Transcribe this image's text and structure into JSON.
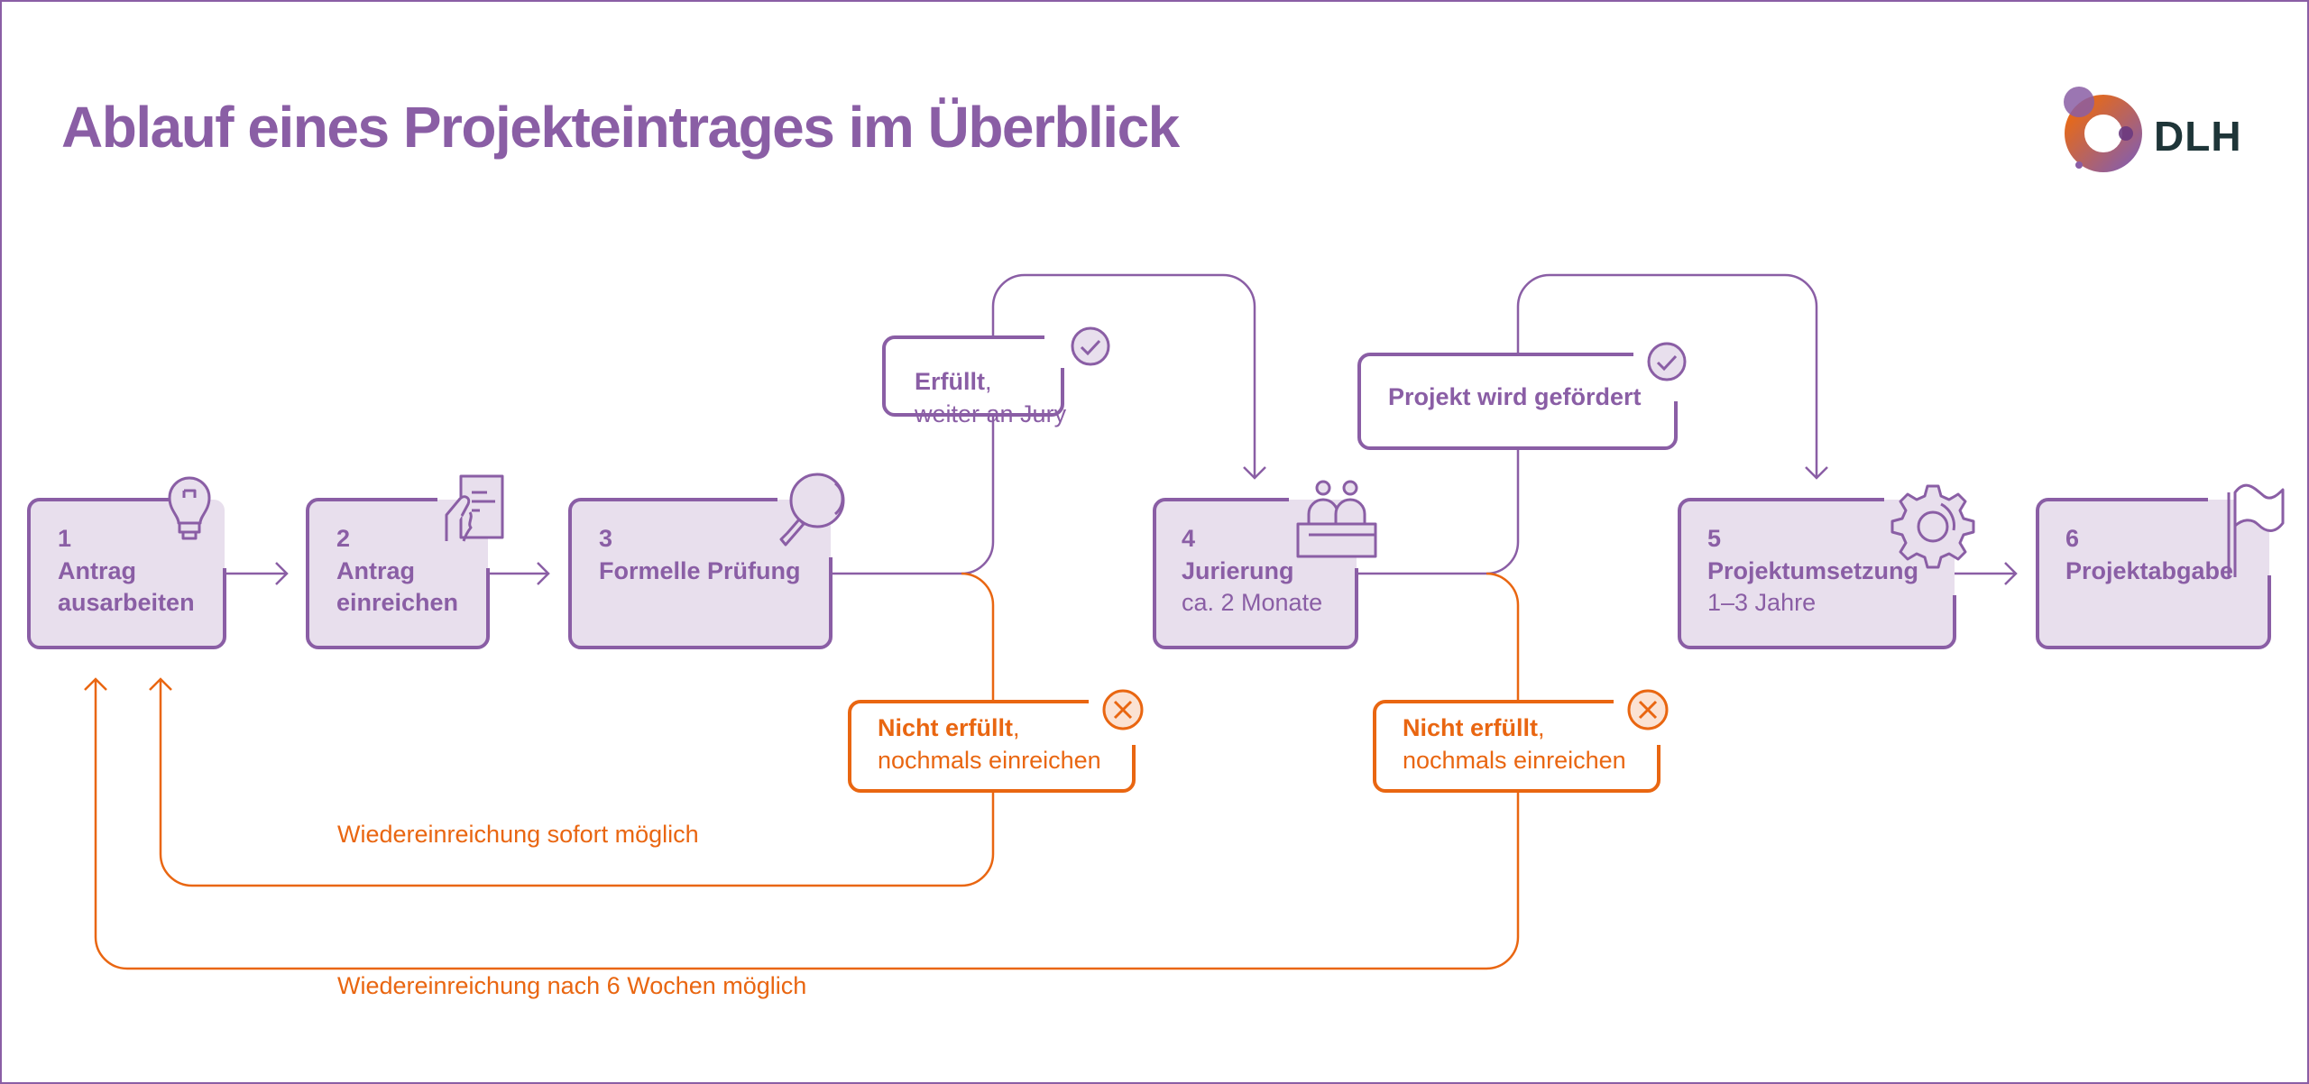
{
  "title": "Ablauf eines Projekteintrages im Überblick",
  "logo": {
    "text": "DLH",
    "icon": "dlh-ring-logo-icon"
  },
  "colors": {
    "purple": "#8a5ea5",
    "purple_fill": "#e8dfed",
    "orange": "#e96611",
    "orange_fill": "#fbe2d3",
    "logo_text": "#1e3538"
  },
  "steps": [
    {
      "number": "1",
      "name_line1": "Antrag",
      "name_line2": "ausarbeiten",
      "sub": "",
      "icon": "lightbulb-icon"
    },
    {
      "number": "2",
      "name_line1": "Antrag",
      "name_line2": "einreichen",
      "sub": "",
      "icon": "document-in-hand-icon"
    },
    {
      "number": "3",
      "name_line1": "Formelle Prüfung",
      "name_line2": "",
      "sub": "",
      "icon": "magnifier-icon"
    },
    {
      "number": "4",
      "name_line1": "Jurierung",
      "name_line2": "",
      "sub": "ca. 2 Monate",
      "icon": "jury-icon"
    },
    {
      "number": "5",
      "name_line1": "Projektumsetzung",
      "name_line2": "",
      "sub": "1–3 Jahre",
      "icon": "gear-icon"
    },
    {
      "number": "6",
      "name_line1": "Projektabgabe",
      "name_line2": "",
      "sub": "",
      "icon": "flag-icon"
    }
  ],
  "decisions": {
    "pass_1": {
      "bold": "Erfüllt",
      "rest": ",",
      "line2": "weiter an Jury",
      "icon": "check-circle-icon"
    },
    "pass_2": {
      "bold": "Projekt wird gefördert",
      "rest": "",
      "line2": "",
      "icon": "check-circle-icon"
    },
    "fail_1": {
      "bold": "Nicht erfüllt",
      "rest": ",",
      "line2": "nochmals einreichen",
      "icon": "x-circle-icon"
    },
    "fail_2": {
      "bold": "Nicht erfüllt",
      "rest": ",",
      "line2": "nochmals einreichen",
      "icon": "x-circle-icon"
    }
  },
  "notes": {
    "resubmit_immediate": "Wiedereinreichung sofort möglich",
    "resubmit_6_weeks": "Wiedereinreichung nach 6 Wochen möglich"
  }
}
